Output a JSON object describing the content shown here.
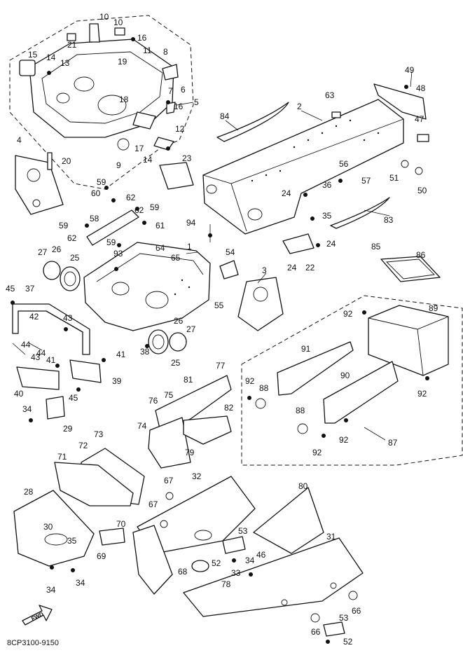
{
  "diagram": {
    "drawing_code": "8CP3100-9150",
    "fwd_label": "FWD",
    "callouts": [
      {
        "id": "c1",
        "text": "1"
      },
      {
        "id": "c2",
        "text": "2"
      },
      {
        "id": "c3",
        "text": "3"
      },
      {
        "id": "c4",
        "text": "4"
      },
      {
        "id": "c5",
        "text": "5"
      },
      {
        "id": "c6",
        "text": "6"
      },
      {
        "id": "c7",
        "text": "7"
      },
      {
        "id": "c8",
        "text": "8"
      },
      {
        "id": "c9",
        "text": "9"
      },
      {
        "id": "c10a",
        "text": "10"
      },
      {
        "id": "c10b",
        "text": "10"
      },
      {
        "id": "c11",
        "text": "11"
      },
      {
        "id": "c12",
        "text": "12"
      },
      {
        "id": "c13",
        "text": "13"
      },
      {
        "id": "c14a",
        "text": "14"
      },
      {
        "id": "c14b",
        "text": "14"
      },
      {
        "id": "c15",
        "text": "15"
      },
      {
        "id": "c16a",
        "text": "16"
      },
      {
        "id": "c16b",
        "text": "16"
      },
      {
        "id": "c17",
        "text": "17"
      },
      {
        "id": "c18",
        "text": "18"
      },
      {
        "id": "c19",
        "text": "19"
      },
      {
        "id": "c20",
        "text": "20"
      },
      {
        "id": "c21",
        "text": "21"
      },
      {
        "id": "c22",
        "text": "22"
      },
      {
        "id": "c23",
        "text": "23"
      },
      {
        "id": "c24a",
        "text": "24"
      },
      {
        "id": "c24b",
        "text": "24"
      },
      {
        "id": "c24c",
        "text": "24"
      },
      {
        "id": "c25a",
        "text": "25"
      },
      {
        "id": "c25b",
        "text": "25"
      },
      {
        "id": "c26a",
        "text": "26"
      },
      {
        "id": "c26b",
        "text": "26"
      },
      {
        "id": "c27a",
        "text": "27"
      },
      {
        "id": "c27b",
        "text": "27"
      },
      {
        "id": "c28",
        "text": "28"
      },
      {
        "id": "c29",
        "text": "29"
      },
      {
        "id": "c30",
        "text": "30"
      },
      {
        "id": "c31",
        "text": "31"
      },
      {
        "id": "c32",
        "text": "32"
      },
      {
        "id": "c33",
        "text": "33"
      },
      {
        "id": "c34a",
        "text": "34"
      },
      {
        "id": "c34b",
        "text": "34"
      },
      {
        "id": "c34c",
        "text": "34"
      },
      {
        "id": "c34d",
        "text": "34"
      },
      {
        "id": "c35a",
        "text": "35"
      },
      {
        "id": "c35b",
        "text": "35"
      },
      {
        "id": "c36",
        "text": "36"
      },
      {
        "id": "c37",
        "text": "37"
      },
      {
        "id": "c38",
        "text": "38"
      },
      {
        "id": "c39",
        "text": "39"
      },
      {
        "id": "c40",
        "text": "40"
      },
      {
        "id": "c41a",
        "text": "41"
      },
      {
        "id": "c41b",
        "text": "41"
      },
      {
        "id": "c42",
        "text": "42"
      },
      {
        "id": "c43a",
        "text": "43"
      },
      {
        "id": "c43b",
        "text": "43"
      },
      {
        "id": "c44a",
        "text": "44"
      },
      {
        "id": "c44b",
        "text": "44"
      },
      {
        "id": "c45a",
        "text": "45"
      },
      {
        "id": "c45b",
        "text": "45"
      },
      {
        "id": "c46",
        "text": "46"
      },
      {
        "id": "c47",
        "text": "47"
      },
      {
        "id": "c48",
        "text": "48"
      },
      {
        "id": "c49",
        "text": "49"
      },
      {
        "id": "c50",
        "text": "50"
      },
      {
        "id": "c51",
        "text": "51"
      },
      {
        "id": "c52a",
        "text": "52"
      },
      {
        "id": "c52b",
        "text": "52"
      },
      {
        "id": "c53a",
        "text": "53"
      },
      {
        "id": "c53b",
        "text": "53"
      },
      {
        "id": "c54",
        "text": "54"
      },
      {
        "id": "c55",
        "text": "55"
      },
      {
        "id": "c56",
        "text": "56"
      },
      {
        "id": "c57",
        "text": "57"
      },
      {
        "id": "c58",
        "text": "58"
      },
      {
        "id": "c59a",
        "text": "59"
      },
      {
        "id": "c59b",
        "text": "59"
      },
      {
        "id": "c59c",
        "text": "59"
      },
      {
        "id": "c59d",
        "text": "59"
      },
      {
        "id": "c60",
        "text": "60"
      },
      {
        "id": "c61",
        "text": "61"
      },
      {
        "id": "c62a",
        "text": "62"
      },
      {
        "id": "c62b",
        "text": "62"
      },
      {
        "id": "c62c",
        "text": "62"
      },
      {
        "id": "c63",
        "text": "63"
      },
      {
        "id": "c64",
        "text": "64"
      },
      {
        "id": "c65",
        "text": "65"
      },
      {
        "id": "c66a",
        "text": "66"
      },
      {
        "id": "c66b",
        "text": "66"
      },
      {
        "id": "c67a",
        "text": "67"
      },
      {
        "id": "c67b",
        "text": "67"
      },
      {
        "id": "c68",
        "text": "68"
      },
      {
        "id": "c69",
        "text": "69"
      },
      {
        "id": "c70",
        "text": "70"
      },
      {
        "id": "c71",
        "text": "71"
      },
      {
        "id": "c72",
        "text": "72"
      },
      {
        "id": "c73",
        "text": "73"
      },
      {
        "id": "c74",
        "text": "74"
      },
      {
        "id": "c75",
        "text": "75"
      },
      {
        "id": "c76",
        "text": "76"
      },
      {
        "id": "c77",
        "text": "77"
      },
      {
        "id": "c78",
        "text": "78"
      },
      {
        "id": "c79",
        "text": "79"
      },
      {
        "id": "c80",
        "text": "80"
      },
      {
        "id": "c81",
        "text": "81"
      },
      {
        "id": "c82",
        "text": "82"
      },
      {
        "id": "c83",
        "text": "83"
      },
      {
        "id": "c84",
        "text": "84"
      },
      {
        "id": "c85",
        "text": "85"
      },
      {
        "id": "c86",
        "text": "86"
      },
      {
        "id": "c87",
        "text": "87"
      },
      {
        "id": "c88a",
        "text": "88"
      },
      {
        "id": "c88b",
        "text": "88"
      },
      {
        "id": "c89",
        "text": "89"
      },
      {
        "id": "c90",
        "text": "90"
      },
      {
        "id": "c91",
        "text": "91"
      },
      {
        "id": "c92a",
        "text": "92"
      },
      {
        "id": "c92b",
        "text": "92"
      },
      {
        "id": "c92c",
        "text": "92"
      },
      {
        "id": "c92d",
        "text": "92"
      },
      {
        "id": "c92e",
        "text": "92"
      },
      {
        "id": "c93",
        "text": "93"
      },
      {
        "id": "c94",
        "text": "94"
      }
    ]
  }
}
